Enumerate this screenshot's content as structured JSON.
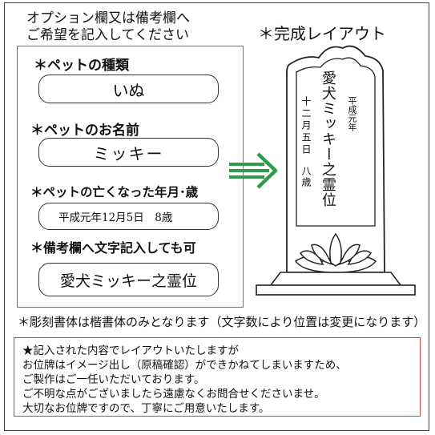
{
  "header": {
    "line1": "オプション欄又は備考欄へ",
    "line2": "ご希望を記入してください"
  },
  "layout_title": "＊完成レイアウト",
  "form": {
    "type_label": "＊ペットの種類",
    "type_value": "いぬ",
    "name_label": "＊ペットのお名前",
    "name_value": "ミッキー",
    "date_label": "＊ペットの亡くなった年月･歳",
    "date_value": "平成元年12月5日　8歳",
    "remarks_label": "＊備考欄へ文字記入しても可",
    "remarks_value": "愛犬ミッキー之霊位"
  },
  "tablet": {
    "main_text": "愛犬ミッキー之霊位",
    "era_text": "平成元年",
    "date_text": "十二月五日",
    "age_text": "八歳"
  },
  "note": "＊彫刻書体は楷書体のみとなります（文字数により位置は変更になります）",
  "notice": {
    "line1": "★記入された内容でレイアウトいたしますが",
    "line2": "お位牌はイメージ出し（原稿確認）ができかねてしまいますため、",
    "line3": "ご製作はご一任いただいております。",
    "line4": "ご不明な点がございましたら遠慮なくお問合せくださいませ。",
    "line5": "大切なお位牌ですので、丁寧にご用意いたします。"
  },
  "colors": {
    "form_border": "#2e9b4a",
    "arrow": "#2e9b4a",
    "notice_border": "#d04040"
  }
}
